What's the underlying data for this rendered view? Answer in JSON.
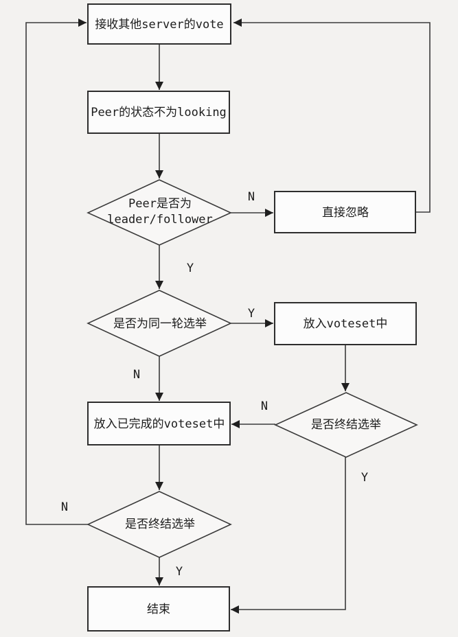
{
  "diagram": {
    "type": "flowchart",
    "colors": {
      "background": "#f3f2f0",
      "node_fill": "#fcfcfc",
      "line": "#3a3a3a",
      "text": "#1c1c1c"
    },
    "nodes": {
      "receive_vote": {
        "shape": "rect",
        "label": "接收其他server的vote"
      },
      "peer_state": {
        "shape": "rect",
        "label": "Peer的状态不为looking"
      },
      "peer_role": {
        "shape": "diamond",
        "label": "Peer是否为leader/follower",
        "line1": "Peer是否为",
        "line2": "leader/follower"
      },
      "ignore": {
        "shape": "rect",
        "label": "直接忽略"
      },
      "same_round": {
        "shape": "diamond",
        "label": "是否为同一轮选举"
      },
      "put_voteset": {
        "shape": "rect",
        "label": "放入voteset中"
      },
      "check_end_right": {
        "shape": "diamond",
        "label": "是否终结选举"
      },
      "put_completed": {
        "shape": "rect",
        "label": "放入已完成的voteset中"
      },
      "check_end_left": {
        "shape": "diamond",
        "label": "是否终结选举"
      },
      "end": {
        "shape": "rect",
        "label": "结束"
      }
    },
    "edges": {
      "peer_role_no": {
        "from": "peer_role",
        "to": "ignore",
        "label": "N"
      },
      "peer_role_yes": {
        "from": "peer_role",
        "to": "same_round",
        "label": "Y"
      },
      "same_round_yes": {
        "from": "same_round",
        "to": "put_voteset",
        "label": "Y"
      },
      "same_round_no": {
        "from": "same_round",
        "to": "put_completed",
        "label": "N"
      },
      "check_end_right_no": {
        "from": "check_end_right",
        "to": "put_completed",
        "label": "N"
      },
      "check_end_right_yes": {
        "from": "check_end_right",
        "to": "end",
        "label": "Y"
      },
      "check_end_left_no": {
        "from": "check_end_left",
        "to": "receive_vote",
        "label": "N"
      },
      "check_end_left_yes": {
        "from": "check_end_left",
        "to": "end",
        "label": "Y"
      }
    }
  }
}
